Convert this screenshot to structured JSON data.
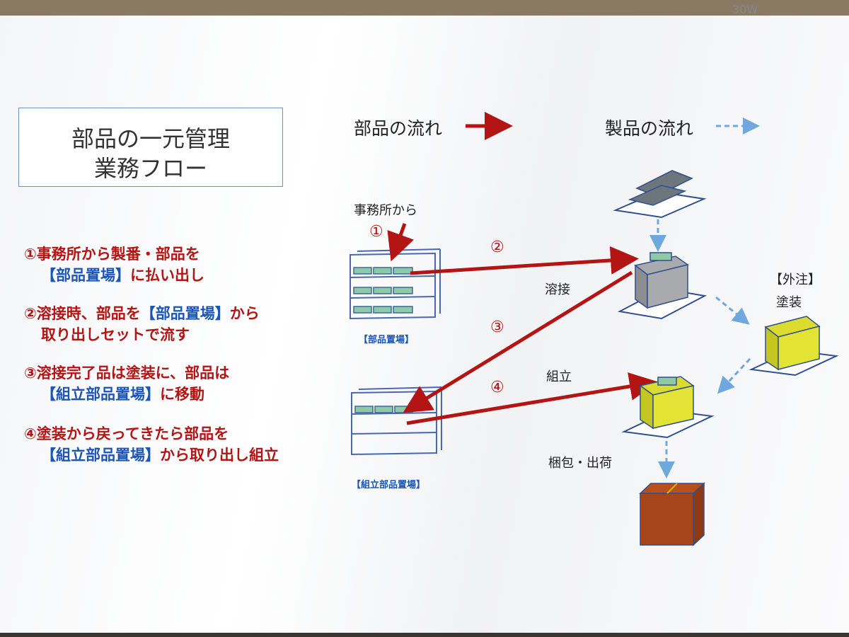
{
  "corner_tag": "30W",
  "title": {
    "line1": "部品の一元管理",
    "line2": "業務フロー"
  },
  "legend": {
    "parts_flow": "部品の流れ",
    "product_flow": "製品の流れ"
  },
  "steps": [
    {
      "l1": "①事務所から製番・部品を",
      "l2_blue": "【部品置場】",
      "l2_red": "に払い出し"
    },
    {
      "l1_red": "②溶接時、部品を",
      "l1_blue": "【部品置場】",
      "l1_red2": "から",
      "l2": "取り出しセットで流す"
    },
    {
      "l1": "③溶接完了品は塗装に、部品は",
      "l2_blue": "【組立部品置場】",
      "l2_red": "に移動"
    },
    {
      "l1": "④塗装から戻ってきたら部品を",
      "l2_blue": "【組立部品置場】",
      "l2_red": "から取り出し組立"
    }
  ],
  "diagram": {
    "from_office": "事務所から",
    "nums": [
      "①",
      "②",
      "③",
      "④"
    ],
    "shelf1_caption": "【部品置場】",
    "shelf2_caption": "【組立部品置場】",
    "welding": "溶接",
    "outsourced": "【外注】",
    "painting": "塗装",
    "assembly": "組立",
    "packing": "梱包・出荷"
  },
  "colors": {
    "red_arrow": "#b31414",
    "blue_arrow": "#6fa8dc",
    "step_text": "#b31414",
    "bracket_text": "#1b55b5"
  }
}
